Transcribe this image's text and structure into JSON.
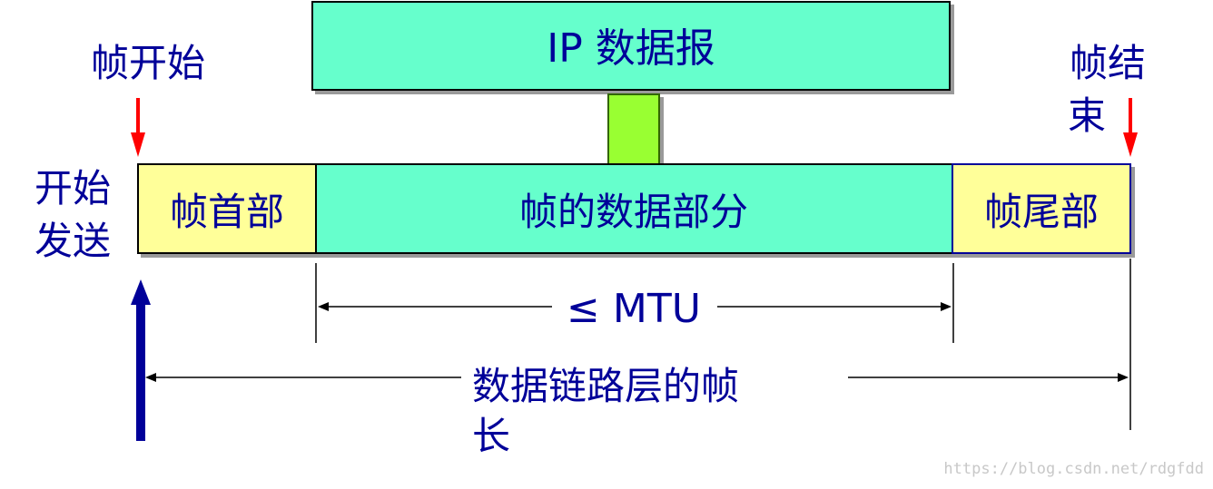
{
  "diagram": {
    "ip_datagram": "IP 数据报",
    "frame_start": "帧开始",
    "frame_end_line1": "帧结",
    "frame_end_line2": "束",
    "start_send_line1": "开始",
    "start_send_line2": "发送",
    "frame_header": "帧首部",
    "frame_data": "帧的数据部分",
    "frame_trailer": "帧尾部",
    "mtu_label": "≤ MTU",
    "frame_length_line1": "数据链路层的帧",
    "frame_length_line2": "长"
  },
  "watermark": "https://blog.csdn.net/rdgfdd",
  "colors": {
    "teal": "#66ffcc",
    "yellow": "#ffff99",
    "text_navy": "#000099",
    "arrow_red": "#ff0000",
    "big_arrow_green": "#99ff33",
    "send_arrow_blue": "#000099"
  }
}
